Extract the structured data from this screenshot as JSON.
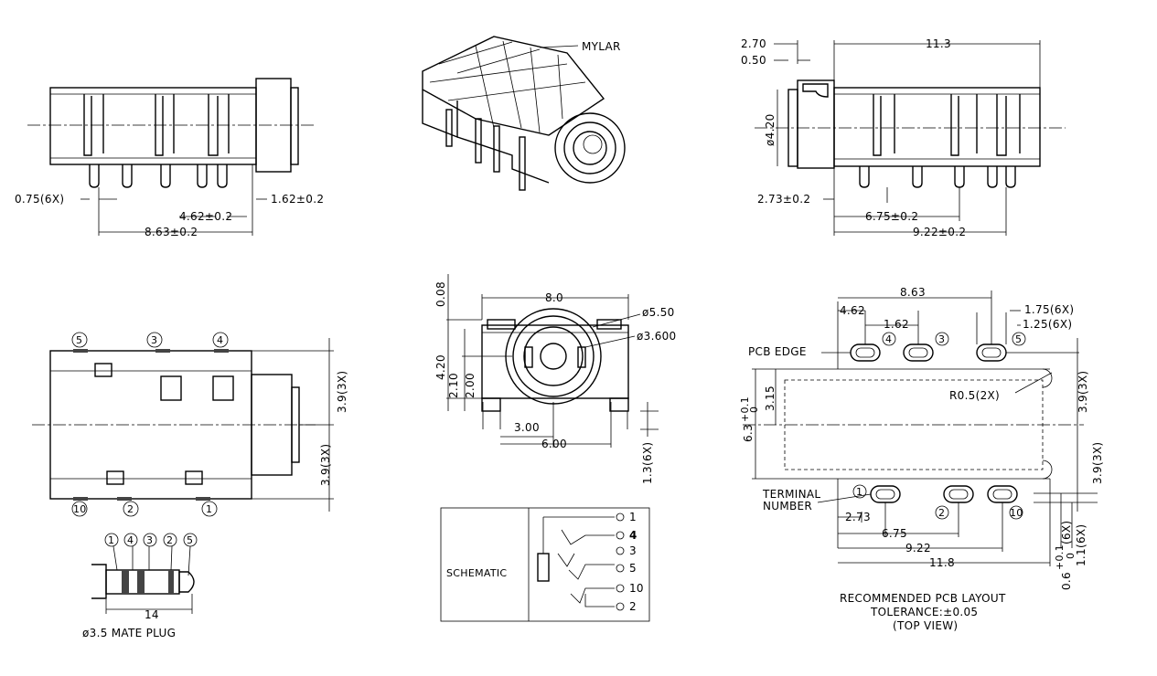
{
  "top_left": {
    "d_terminal_width": "0.75(6X)",
    "d_right_offset": "1.62±0.2",
    "d_mid": "4.62±0.2",
    "d_total": "8.63±0.2"
  },
  "isometric": {
    "mylar": "MYLAR"
  },
  "top_right": {
    "d_270": "2.70",
    "d_050": "0.50",
    "d_113": "11.3",
    "d_420": "ø4.20",
    "d_273": "2.73±0.2",
    "d_675": "6.75±0.2",
    "d_922": "9.22±0.2"
  },
  "mid_left": {
    "pins_top": [
      "5",
      "3",
      "4"
    ],
    "pins_bottom": [
      "10",
      "2",
      "1"
    ],
    "d_39_top": "3.9(3X)",
    "d_39_bot": "3.9(3X)"
  },
  "front_view": {
    "d_008": "0.08",
    "d_80": "8.0",
    "d_550": "ø5.50",
    "d_3600": "ø3.600",
    "d_420": "4.20",
    "d_210": "2.10",
    "d_200": "2.00",
    "d_300": "3.00",
    "d_600": "6.00",
    "d_13": "1.3(6X)"
  },
  "plug": {
    "rings": [
      "1",
      "4",
      "3",
      "2",
      "5"
    ],
    "d_14": "14",
    "caption": "ø3.5 MATE PLUG"
  },
  "schematic": {
    "title": "SCHEMATIC",
    "pins": [
      "1",
      "4",
      "3",
      "5",
      "10",
      "2"
    ]
  },
  "pcb": {
    "d_863": "8.63",
    "d_462": "4.62",
    "d_162": "1.62",
    "d_175": "1.75(6X)",
    "d_125": "1.25(6X)",
    "pcb_edge": "PCB EDGE",
    "r05": "R0.5(2X)",
    "d_315": "3.15",
    "d_63": "6.3",
    "tol_63_plus": "+0.1",
    "tol_63_minus": "0",
    "d_39_top": "3.9(3X)",
    "d_39_bot": "3.9(3X)",
    "terminal_label_1": "TERMINAL",
    "terminal_label_2": "NUMBER",
    "pads_top": [
      "4",
      "3",
      "5"
    ],
    "pads_bottom": [
      "1",
      "2",
      "10"
    ],
    "d_273": "2.73",
    "d_675": "6.75",
    "d_922": "9.22",
    "d_118": "11.8",
    "d_06": "0.6",
    "tol_06_plus": "+0.1",
    "tol_06_minus": "0",
    "d_06_suffix": "(6X)",
    "d_11": "1.1(6X)",
    "caption_1": "RECOMMENDED PCB LAYOUT",
    "caption_2": "TOLERANCE:±0.05",
    "caption_3": "(TOP VIEW)"
  }
}
